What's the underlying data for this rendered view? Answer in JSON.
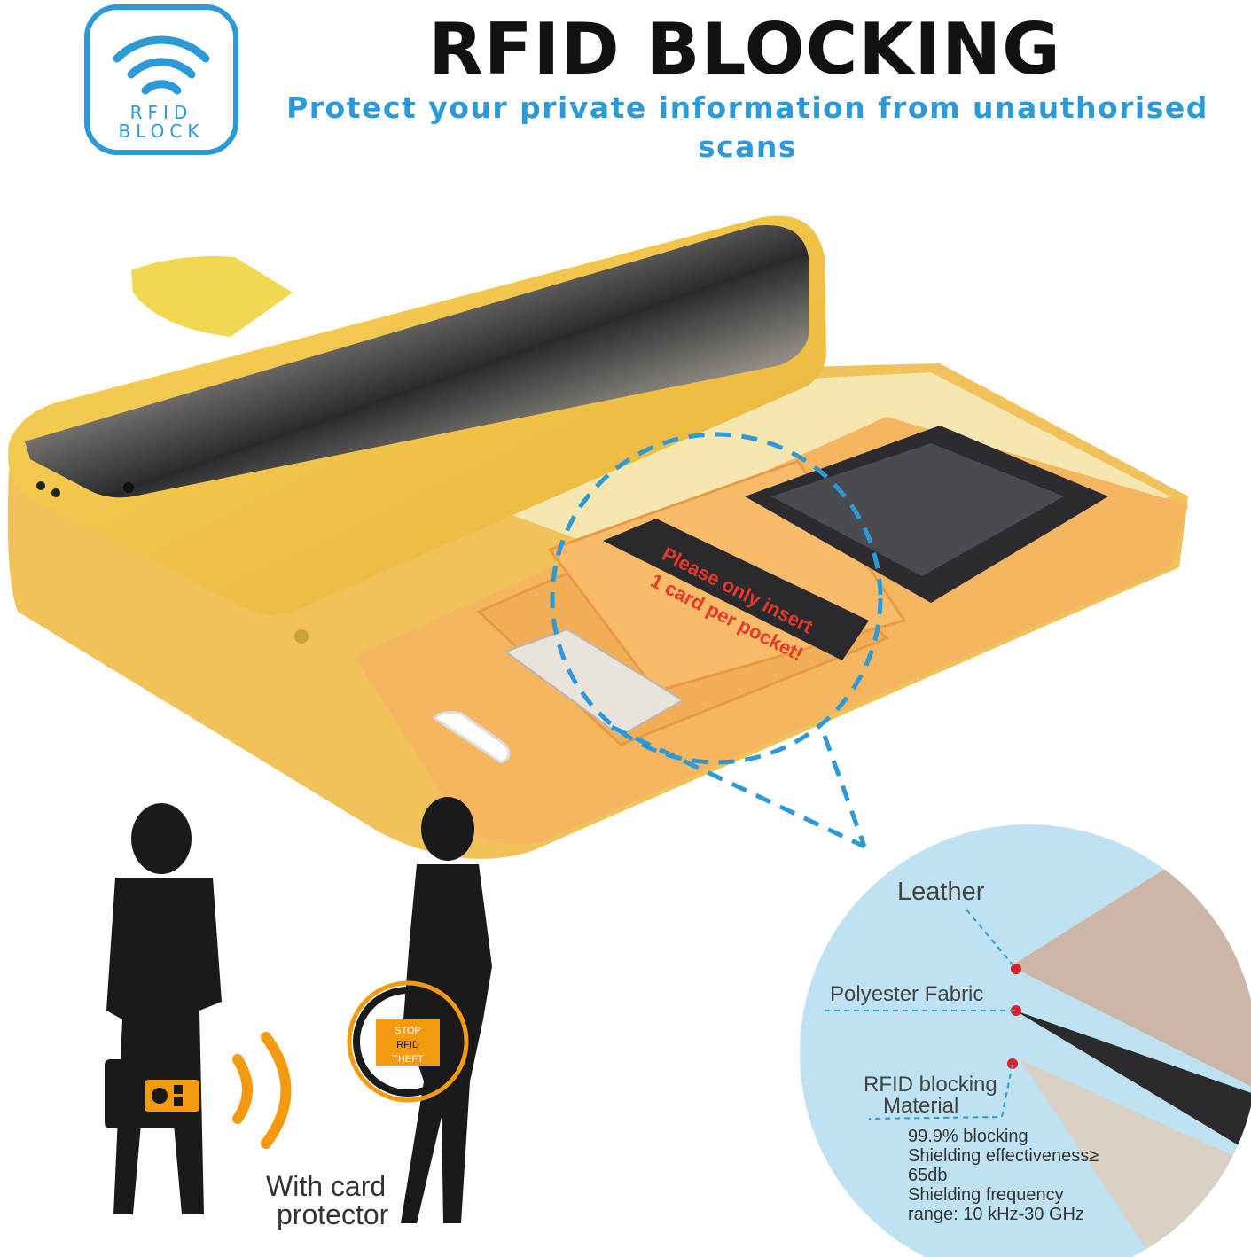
{
  "header": {
    "title": "RFID BLOCKING",
    "subtitle": "Protect your private information from unauthorised scans",
    "logo_line1": "RFID",
    "logo_line2": "BLOCK"
  },
  "card": {
    "line1": "Please only insert",
    "line2": "1 card per pocket!"
  },
  "layers": {
    "leather": "Leather",
    "polyester": "Polyester Fabric",
    "rfid_line1": "RFID blocking",
    "rfid_line2": "Material"
  },
  "specs": [
    "99.9% blocking",
    "Shielding effectiveness≥",
    "65db",
    "Shielding frequency",
    "range: 10 kHz-30 GHz"
  ],
  "badge": {
    "line1": "STOP",
    "line2": "RFID",
    "line3": "THEFT"
  },
  "caption": {
    "line1": "With card",
    "line2": "protector"
  },
  "colors": {
    "accent_blue": "#2b9ad6",
    "case_yellow": "#f3c33a",
    "case_orange": "#f2b84f",
    "signal_orange": "#f39a10",
    "silhouette": "#1a1a1a",
    "zoom_circle": "#bfe2f2"
  }
}
